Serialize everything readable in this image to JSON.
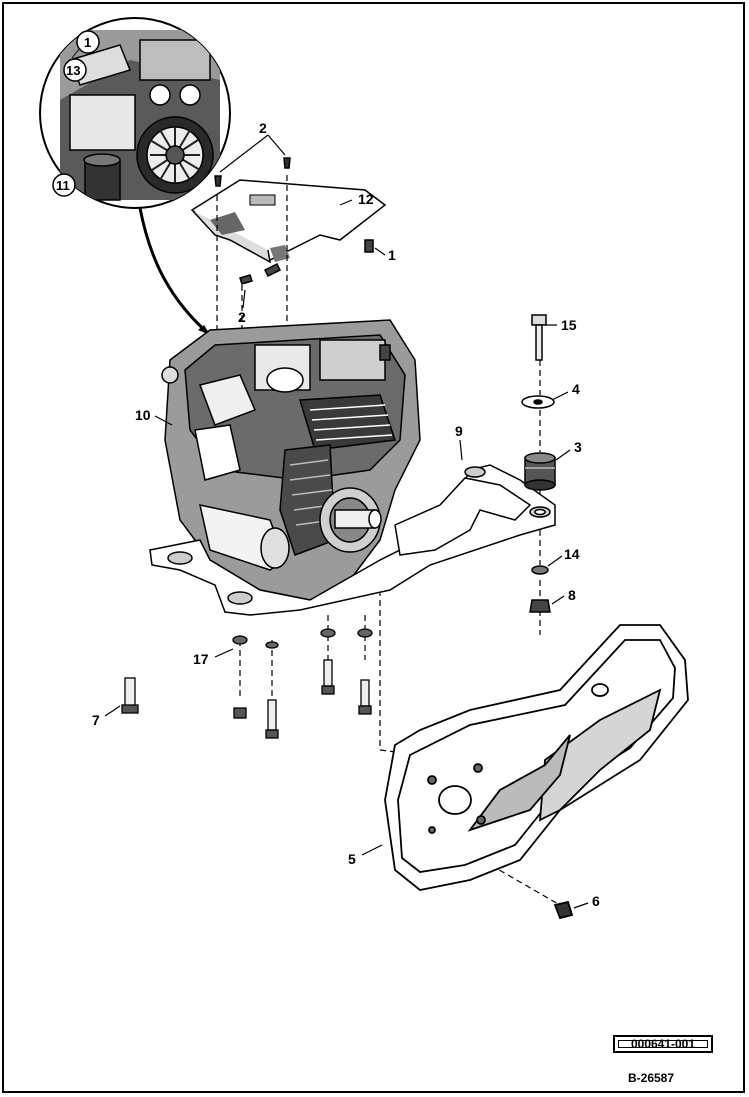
{
  "callouts": {
    "c1": "1",
    "c2a": "2",
    "c2b": "2",
    "c3": "3",
    "c4": "4",
    "c5": "5",
    "c6": "6",
    "c7": "7",
    "c8": "8",
    "c9": "9",
    "c10": "10",
    "c12": "12",
    "c14": "14",
    "c15": "15",
    "c17": "17"
  },
  "inset_callouts": {
    "i1": "1",
    "i13": "13",
    "i11": "11"
  },
  "part_number": "000641-001",
  "figure_number": "B-26587",
  "colors": {
    "line": "#000000",
    "background": "#ffffff",
    "shade": "#555555"
  }
}
